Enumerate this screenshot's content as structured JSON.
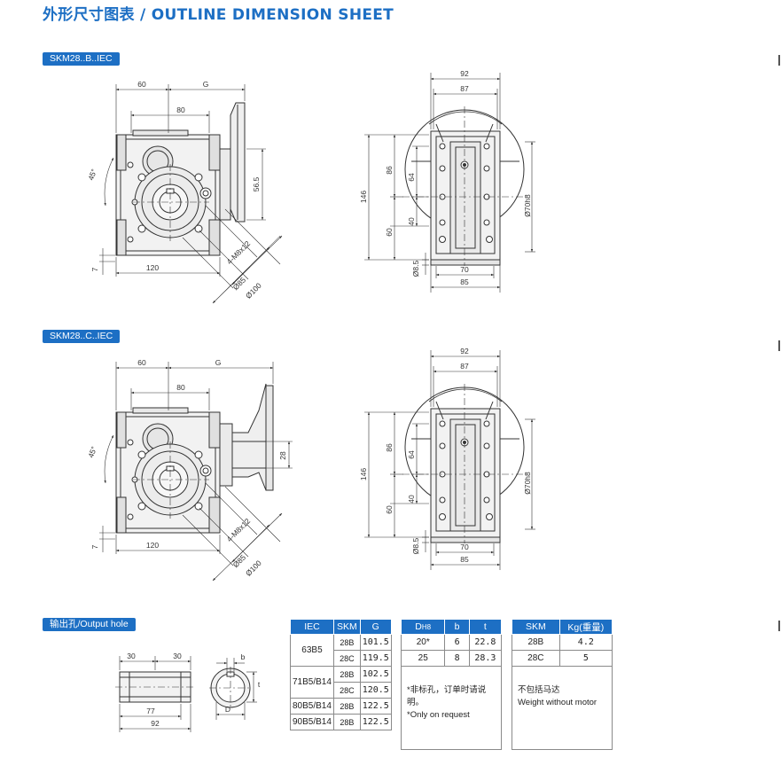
{
  "page": {
    "title": "外形尺寸图表 / OUTLINE DIMENSION SHEET"
  },
  "sections": {
    "b_iec": "SKM28..B..IEC",
    "c_iec": "SKM28..C..IEC",
    "output_hole": "输出孔/Output hole"
  },
  "drawing_b": {
    "dims": {
      "d60": "60",
      "dG": "G",
      "d80": "80",
      "d45": "45°",
      "d565": "56.5",
      "d7": "7",
      "d120": "120",
      "dM8": "4-M8x12",
      "d85": "Ø85",
      "d100": "Ø100",
      "d92": "92",
      "d87": "87",
      "d146": "146",
      "d86": "86",
      "d64": "64",
      "d40": "40",
      "d60v": "60",
      "d70h8": "Ø70h8",
      "d85s": "Ø8.5",
      "d70": "70",
      "d85b": "85"
    }
  },
  "drawing_c": {
    "dims": {
      "d60": "60",
      "dG": "G",
      "d80": "80",
      "d45": "45°",
      "d28": "28",
      "d7": "7",
      "d120": "120",
      "dM8": "4-M8x12",
      "d85": "Ø85",
      "d100": "Ø100",
      "d92": "92",
      "d87": "87",
      "d146": "146",
      "d86": "86",
      "d64": "64",
      "d40": "40",
      "d60v": "60",
      "d70h8": "Ø70h8",
      "d85s": "Ø8.5",
      "d70": "70",
      "d85b": "85"
    }
  },
  "hole_drawing": {
    "dims": {
      "d30a": "30",
      "d30b": "30",
      "d77": "77",
      "d92": "92",
      "db": "b",
      "dt": "t",
      "dD": "D"
    }
  },
  "iec_table": {
    "headers": [
      "IEC",
      "SKM",
      "G"
    ],
    "rows": [
      {
        "iec": "63B5",
        "items": [
          {
            "skm": "28B",
            "g": "101.5"
          },
          {
            "skm": "28C",
            "g": "119.5"
          }
        ]
      },
      {
        "iec": "71B5/B14",
        "items": [
          {
            "skm": "28B",
            "g": "102.5"
          },
          {
            "skm": "28C",
            "g": "120.5"
          }
        ]
      },
      {
        "iec": "80B5/B14",
        "items": [
          {
            "skm": "28B",
            "g": "122.5"
          }
        ]
      },
      {
        "iec": "90B5/B14",
        "items": [
          {
            "skm": "28B",
            "g": "122.5"
          }
        ]
      }
    ]
  },
  "hole_table": {
    "headers": {
      "d": "D",
      "d_sub": "H8",
      "b": "b",
      "t": "t"
    },
    "rows": [
      {
        "d": "20*",
        "b": "6",
        "t": "22.8"
      },
      {
        "d": "25",
        "b": "8",
        "t": "28.3"
      }
    ],
    "note_cn": "*非标孔，订单时请说明。",
    "note_en": "*Only on request"
  },
  "weight_table": {
    "headers": [
      "SKM",
      "Kg(重量)"
    ],
    "rows": [
      {
        "skm": "28B",
        "kg": "4.2"
      },
      {
        "skm": "28C",
        "kg": "5"
      }
    ],
    "note_cn": "不包括马达",
    "note_en": "Weight without motor"
  },
  "colors": {
    "accent": "#1d6fc4",
    "line": "#333333"
  }
}
